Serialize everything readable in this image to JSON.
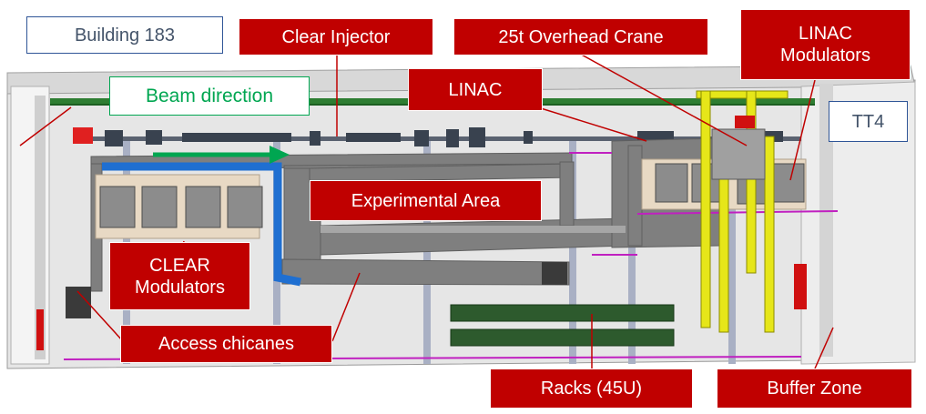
{
  "labels": {
    "building": "Building 183",
    "clear_injector": "Clear Injector",
    "crane": "25t Overhead Crane",
    "linac_modulators": "LINAC\nModulators",
    "beam_direction": "Beam direction",
    "linac": "LINAC",
    "tt4": "TT4",
    "experimental_area": "Experimental Area",
    "clear_modulators": "CLEAR\nModulators",
    "access_chicanes": "Access chicanes",
    "racks": "Racks (45U)",
    "buffer_zone": "Buffer Zone"
  },
  "colors": {
    "label_red": "#c00000",
    "beam_green": "#00a651",
    "crane_yellow": "#e6e619",
    "cable_tray_green": "#2e7d32",
    "water_pipe_blue": "#1f6fd1",
    "cable_magenta": "#c020c0",
    "shielding_grey": "#808080",
    "rack_green": "#2d5a2d"
  },
  "icons": {
    "beam_arrow": "green-arrow-right",
    "leader_lines": "red-pointer-lines"
  }
}
